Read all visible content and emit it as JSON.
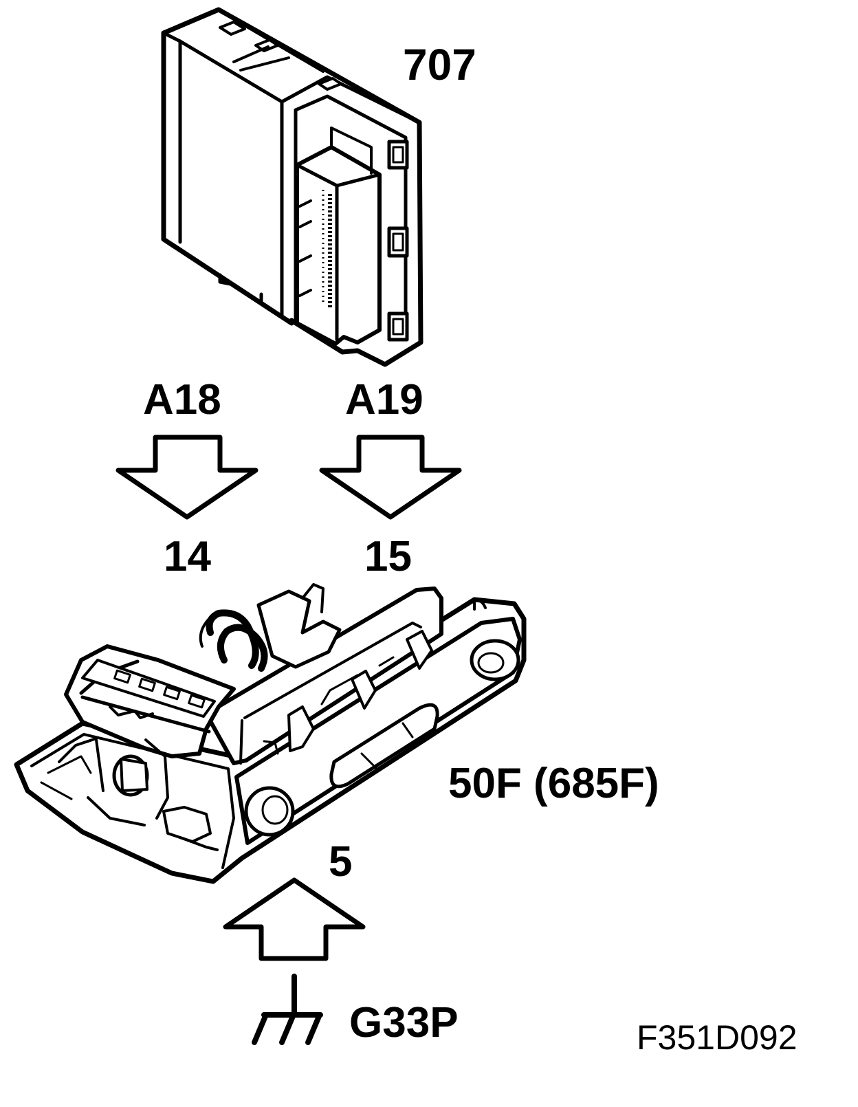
{
  "labels": {
    "module_id": "707",
    "pin_left": "A18",
    "pin_right": "A19",
    "terminal_left": "14",
    "terminal_right": "15",
    "switch_id": "50F (685F)",
    "ground_terminal": "5",
    "ground_id": "G33P",
    "figure_ref": "F351D092"
  },
  "icons": {
    "module": "control-module-icon",
    "switch": "light-switch-assembly-icon",
    "arrow_down": "down-arrow-icon",
    "arrow_up": "up-arrow-icon",
    "ground": "ground-symbol-icon"
  },
  "colors": {
    "ink": "#000000",
    "background": "#ffffff"
  }
}
